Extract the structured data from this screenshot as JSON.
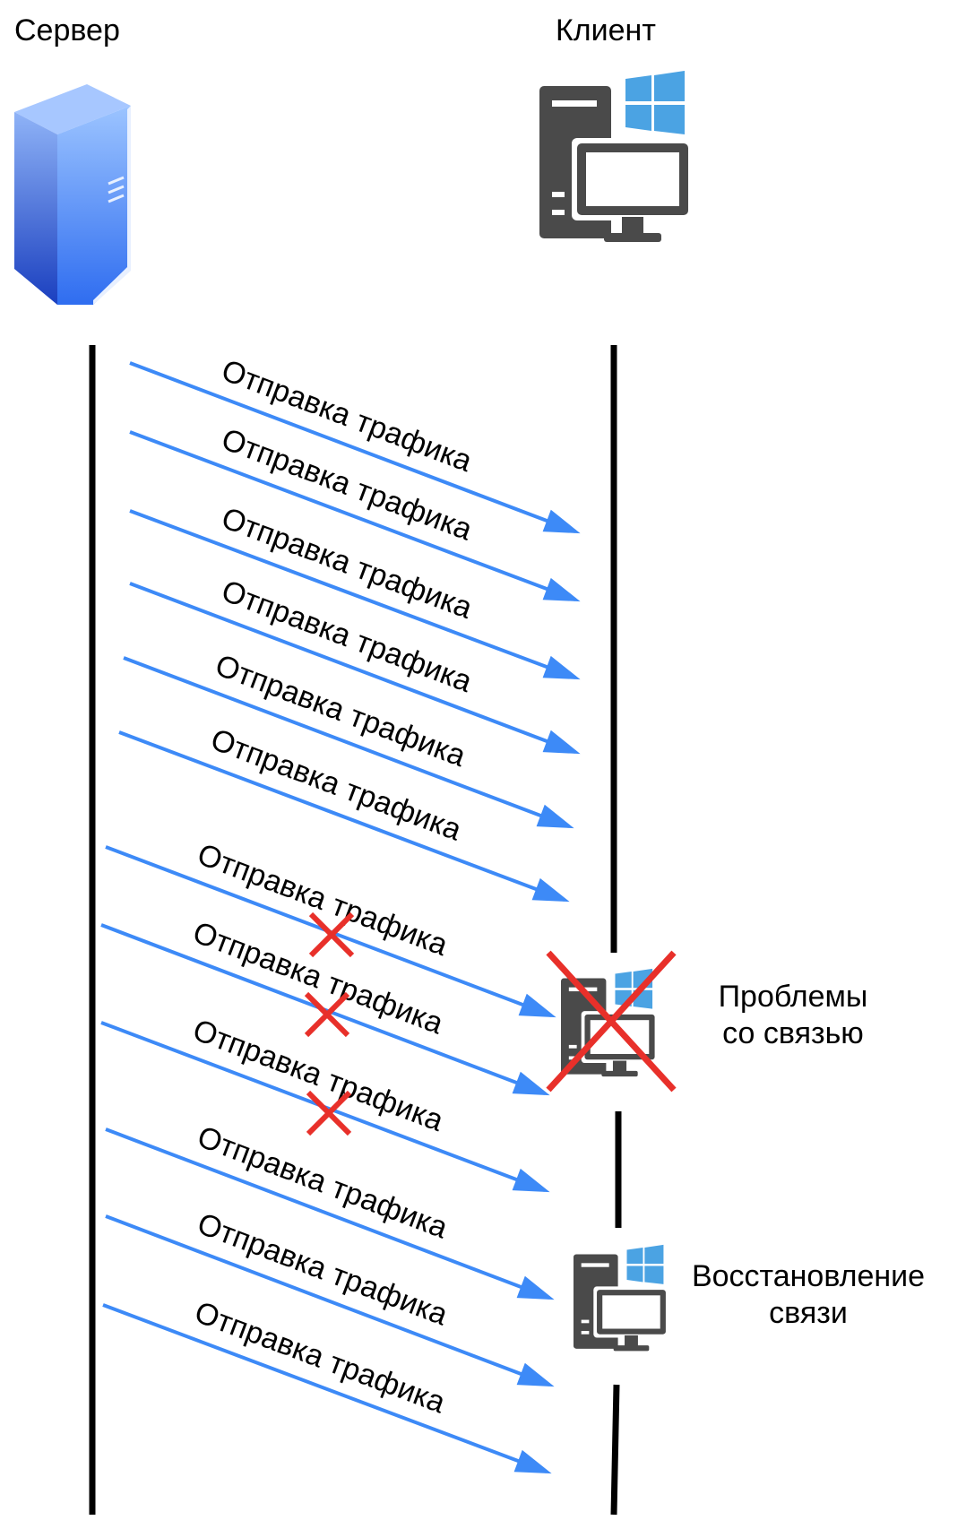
{
  "server": {
    "title": "Сервер",
    "icon": "server-tower-icon"
  },
  "client": {
    "title": "Клиент",
    "icon": "windows-pc-icon"
  },
  "events": {
    "connection_problem": "Проблемы со связью",
    "connection_problem_line1": "Проблемы",
    "connection_problem_line2": "со связью",
    "connection_restored_line1": "Восстановление",
    "connection_restored_line2": "связи"
  },
  "messages": [
    {
      "label": "Отправка трафика",
      "delivered": true
    },
    {
      "label": "Отправка трафика",
      "delivered": true
    },
    {
      "label": "Отправка трафика",
      "delivered": true
    },
    {
      "label": "Отправка трафика",
      "delivered": true
    },
    {
      "label": "Отправка трафика",
      "delivered": true
    },
    {
      "label": "Отправка трафика",
      "delivered": true
    },
    {
      "label": "Отправка трафика",
      "delivered": false
    },
    {
      "label": "Отправка трафика",
      "delivered": false
    },
    {
      "label": "Отправка трафика",
      "delivered": false
    },
    {
      "label": "Отправка трафика",
      "delivered": true
    },
    {
      "label": "Отправка трафика",
      "delivered": true
    },
    {
      "label": "Отправка трафика",
      "delivered": true
    }
  ],
  "colors": {
    "arrow": "#3d8af7",
    "lifeline": "#000000",
    "lost_mark": "#e8302a",
    "pc_body": "#4a4a4a",
    "windows_logo": "#4ba3e3",
    "server_front": "#3b6fe8",
    "server_side": "#5c9cf5",
    "server_top": "#a7c7ff"
  }
}
